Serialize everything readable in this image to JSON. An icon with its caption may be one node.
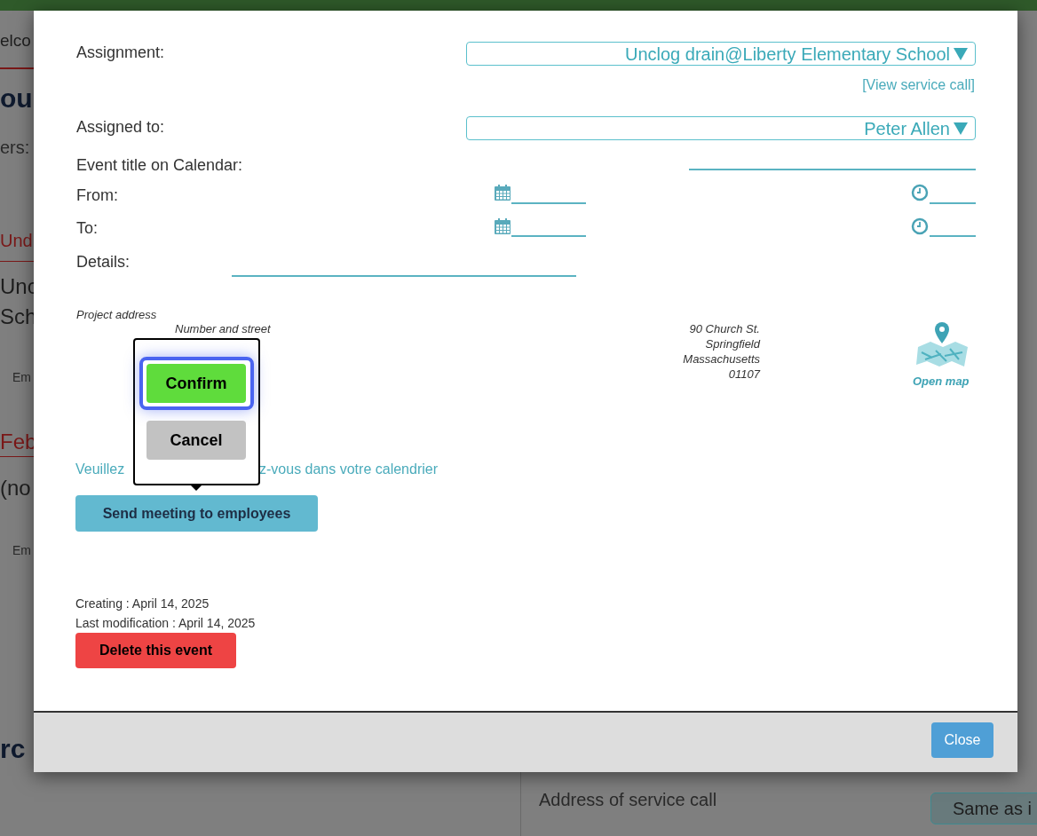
{
  "diagram": {
    "labels": [
      "elco",
      "ou",
      "ers:",
      "Und",
      "Unc",
      "Sch",
      "Em",
      "Feb",
      "(no",
      "Em",
      "rc",
      "Address of service call",
      "Same as i",
      "Assignment:",
      "Unclog drain@Liberty Elementary School",
      "[View service call]",
      "Assigned to:",
      "Peter Allen",
      "Event title on Calendar:",
      "From:",
      "To:",
      "Details:",
      "Project address",
      "Number and street",
      "90 Church St.",
      "Springfield",
      "Massachusetts",
      "01107",
      "Open map",
      "Veuillez",
      "z-vous dans votre calendrier",
      "Send meeting to employees",
      "Confirm",
      "Cancel",
      "Creating : April 14, 2025",
      "Last modification : April 14, 2025",
      "Delete this event",
      "Close"
    ]
  }
}
